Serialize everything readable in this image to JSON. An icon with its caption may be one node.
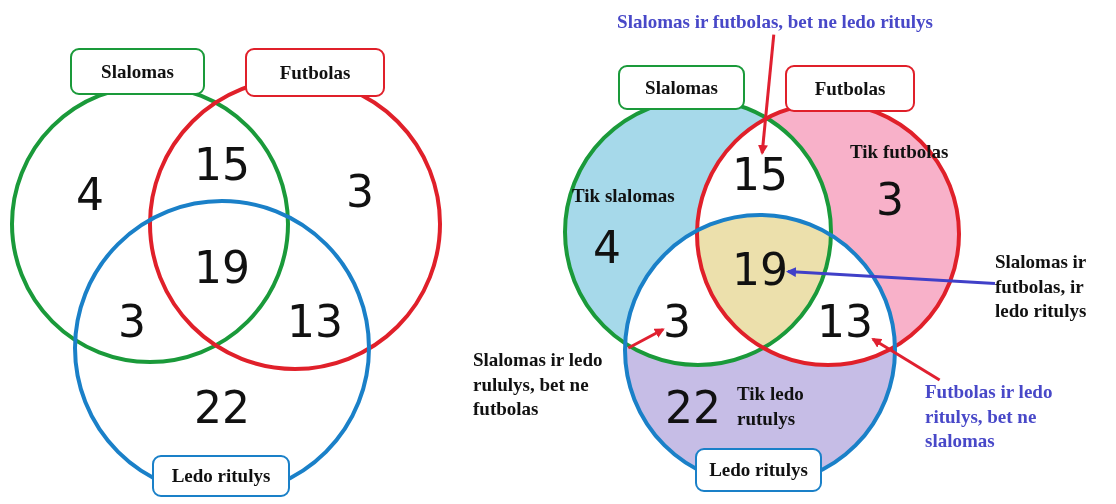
{
  "diagram": {
    "nodes": [
      {
        "text": [
          "Slalomas"
        ]
      },
      {
        "text": [
          "Futbolas"
        ]
      },
      {
        "text": [
          "Ledo ritulys"
        ]
      },
      {
        "text": [
          "Slalomas"
        ]
      },
      {
        "text": [
          "Futbolas"
        ]
      },
      {
        "text": [
          "Ledo ritulys"
        ]
      },
      {
        "text": [
          "15"
        ]
      },
      {
        "text": [
          "19"
        ]
      },
      {
        "text": [
          "3"
        ]
      },
      {
        "text": [
          "13"
        ]
      },
      {
        "text": [
          "Slalomas ir futbolas, bet ne ledo ritulys"
        ]
      },
      {
        "text": [
          "Slalomas ir futbolas, ir ledo ritulys"
        ]
      },
      {
        "text": [
          "Slalomas ir ledo rululys, bet ne futbolas"
        ]
      },
      {
        "text": [
          "Futbolas ir ledo ritulys, bet ne slalomas"
        ]
      }
    ],
    "edges": [
      {
        "from": 10,
        "to": 6,
        "arrow": "to"
      },
      {
        "from": 11,
        "to": 7,
        "arrow": "to",
        "color": "#4040c8"
      },
      {
        "from": 12,
        "to": 8,
        "arrow": "to"
      },
      {
        "from": 13,
        "to": 9,
        "arrow": "to"
      }
    ],
    "labels": [
      "4",
      "15",
      "3",
      "19",
      "3",
      "13",
      "22",
      "Tik futbolas",
      "Tik slalomas",
      "3",
      "4",
      "22",
      "Tik ledo rutulys"
    ]
  }
}
